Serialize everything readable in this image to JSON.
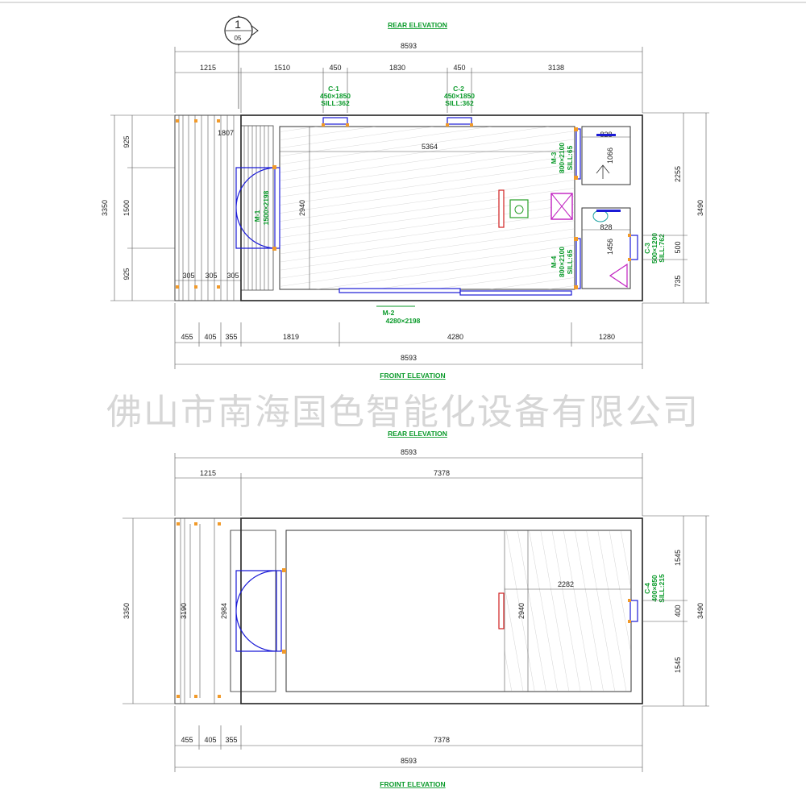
{
  "section_marker": {
    "number": "1",
    "sheet": "05"
  },
  "watermark": "佛山市南海国色智能化设备有限公司",
  "plan1": {
    "top_title": "REAR ELEVATION",
    "bottom_title": "FROINT ELEVATION",
    "overall_top": "8593",
    "top_segments": [
      "1215",
      "1510",
      "450",
      "1830",
      "450",
      "3138"
    ],
    "overall_bottom": "8593",
    "bottom_segments": [
      "455",
      "405",
      "355",
      "1819",
      "4280",
      "1280"
    ],
    "left_overall": "3350",
    "left_segments": [
      "925",
      "1500",
      "925"
    ],
    "right_overall": "3490",
    "right_segments": [
      "2255",
      "500",
      "735"
    ],
    "interior": {
      "deck_width": "1807",
      "room_length": "5364",
      "room_depth": "2940",
      "bath_top_w": "828",
      "bath_top_h": "1066",
      "bath_bot_w": "828",
      "bath_bot_h": "1456",
      "deck_boards": [
        "305",
        "305",
        "305"
      ]
    },
    "windows": {
      "c1": [
        "C-1",
        "450×1850",
        "SILL:362"
      ],
      "c2": [
        "C-2",
        "450×1850",
        "SILL:362"
      ],
      "c3": [
        "C-3",
        "500×1200",
        "SILL:762"
      ]
    },
    "doors": {
      "m1": [
        "M-1",
        "1500×2198"
      ],
      "m2": [
        "M-2",
        "4280×2198"
      ],
      "m3": [
        "M-3",
        "800×2100",
        "SILL:65"
      ],
      "m4": [
        "M-4",
        "800×2100",
        "SILL:65"
      ]
    }
  },
  "plan2": {
    "top_title": "REAR ELEVATION",
    "bottom_title": "FROINT ELEVATION",
    "overall_top": "8593",
    "top_segments": [
      "1215",
      "7378"
    ],
    "overall_bottom": "8593",
    "bottom_segments": [
      "455",
      "405",
      "355",
      "7378"
    ],
    "left_overall": "3350",
    "left_inner": "3190",
    "inner_depth": "2984",
    "right_overall": "3490",
    "right_segments": [
      "1545",
      "400",
      "1545"
    ],
    "loft_width": "2282",
    "loft_depth": "2940",
    "windows": {
      "c4": [
        "C-4",
        "400×850",
        "SILL:215"
      ]
    }
  },
  "colors": {
    "label_green": "#0a9a2a",
    "door_blue": "#1b1bd6",
    "marker_orange": "#f19a2a",
    "fixture_magenta": "#c020c0"
  }
}
